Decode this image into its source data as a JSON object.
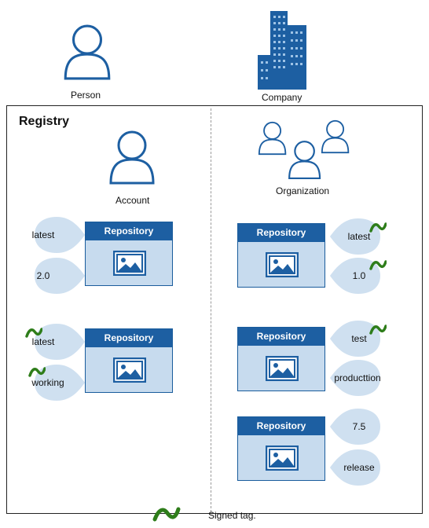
{
  "top": {
    "person_label": "Person",
    "company_label": "Company"
  },
  "registry": {
    "title": "Registry",
    "account_label": "Account",
    "organization_label": "Organization",
    "repo_label": "Repository"
  },
  "tags": {
    "a1": [
      "latest",
      "2.0"
    ],
    "a2": [
      "latest",
      "working"
    ],
    "o1": [
      "latest",
      "1.0"
    ],
    "o2": [
      "test",
      "producttion"
    ],
    "o3": [
      "7.5",
      "release"
    ]
  },
  "legend": {
    "text": "Signed tag."
  },
  "colors": {
    "repo_header": "#1d5fa2",
    "repo_body": "#c7dbee",
    "tag_fill": "#cfe0f0",
    "signed": "#2e7d1a",
    "icon_stroke": "#1d5fa2"
  }
}
